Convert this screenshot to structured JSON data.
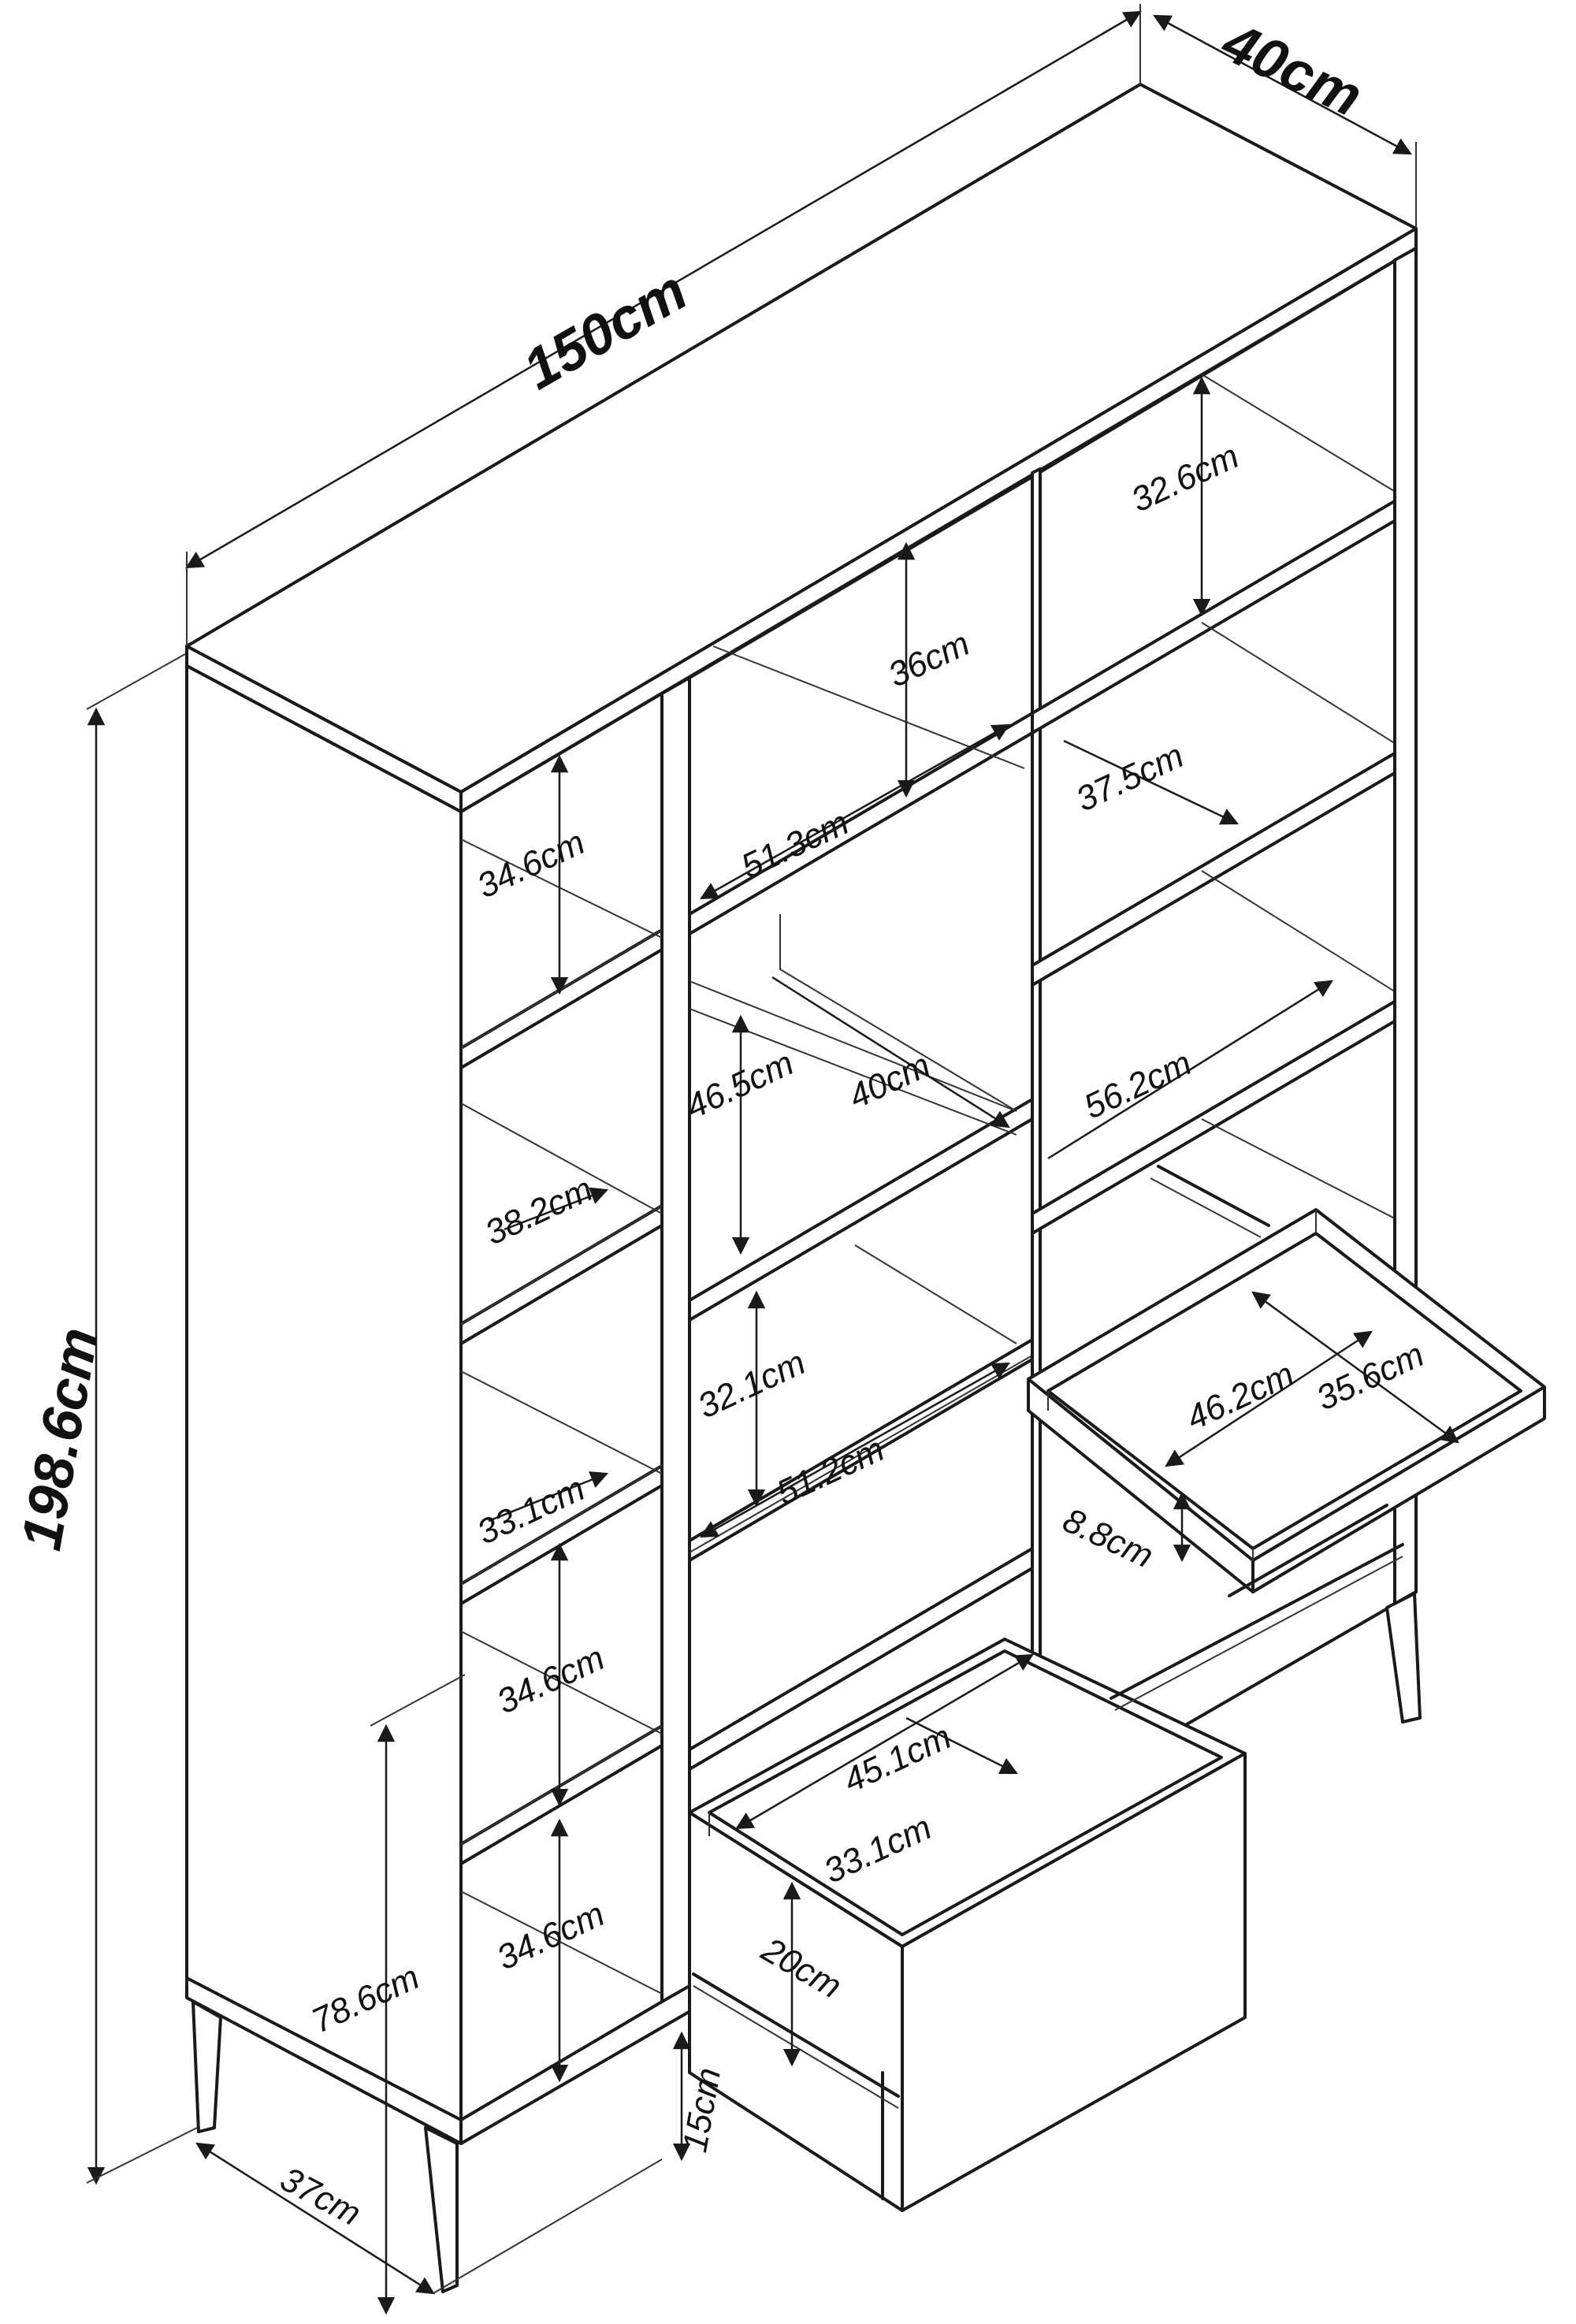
{
  "diagram": {
    "overall": {
      "width": "150cm",
      "depth": "40cm",
      "height": "198.6cm"
    },
    "left_column": {
      "shelf_heights": [
        "34.6cm",
        "38.2cm",
        "33.1cm",
        "34.6cm",
        "34.6cm"
      ],
      "lower_height": "78.6cm",
      "leg_depth": "37cm",
      "leg_height": "15cm"
    },
    "middle_column": {
      "top_height": "36cm",
      "top_width": "51.3cm",
      "open_height": "46.5cm",
      "open_depth": "40cm",
      "lower_height": "32.1cm",
      "lower_width": "51.2cm"
    },
    "right_column": {
      "shelf_heights": [
        "32.6cm",
        "37.5cm"
      ],
      "shelf_width": "56.2cm"
    },
    "drawers": {
      "small": {
        "width": "46.2cm",
        "depth": "35.6cm",
        "height": "8.8cm"
      },
      "large": {
        "width": "45.1cm",
        "depth": "33.1cm",
        "height": "20cm"
      }
    }
  }
}
